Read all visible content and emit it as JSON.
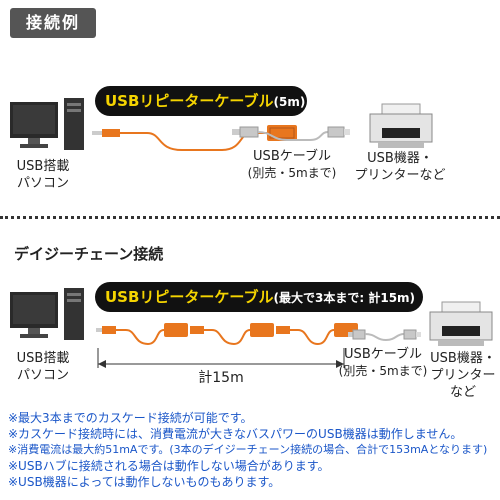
{
  "header": {
    "badge": "接続例"
  },
  "example1": {
    "product_title_prefix": "USBリピーターケーブル",
    "product_title_suffix": "(5m)",
    "pc_label": [
      "USB搭載",
      "パソコン"
    ],
    "cable_label": [
      "USBケーブル",
      "(別売・5mまで)"
    ],
    "device_label": [
      "USB機器・",
      "プリンターなど"
    ]
  },
  "example2": {
    "section_title": "デイジーチェーン接続",
    "product_title_prefix": "USBリピーターケーブル",
    "product_title_suffix": "(最大で3本まで: 計15m)",
    "pc_label": [
      "USB搭載",
      "パソコン"
    ],
    "total_length": "計15m",
    "cable_label": [
      "USBケーブル",
      "(別売・5mまで)"
    ],
    "device_label": [
      "USB機器・",
      "プリンター",
      "など"
    ]
  },
  "notes": [
    "※最大3本までのカスケード接続が可能です。",
    "※カスケード接続時には、消費電流が大きなバスパワーのUSB機器は動作しません。",
    "※消費電流は最大約51mAです。(3本のデイジーチェーン接続の場合、合計で153mAとなります)",
    "※USBハブに接続される場合は動作しない場合があります。",
    "※USB機器によっては動作しないものもあります。"
  ],
  "colors": {
    "cable_orange": "#e8761e",
    "badge_gray": "#555555",
    "title_yellow": "#f5d400",
    "note_blue": "#1a56c8",
    "cable_gray": "#b5b5b5"
  }
}
